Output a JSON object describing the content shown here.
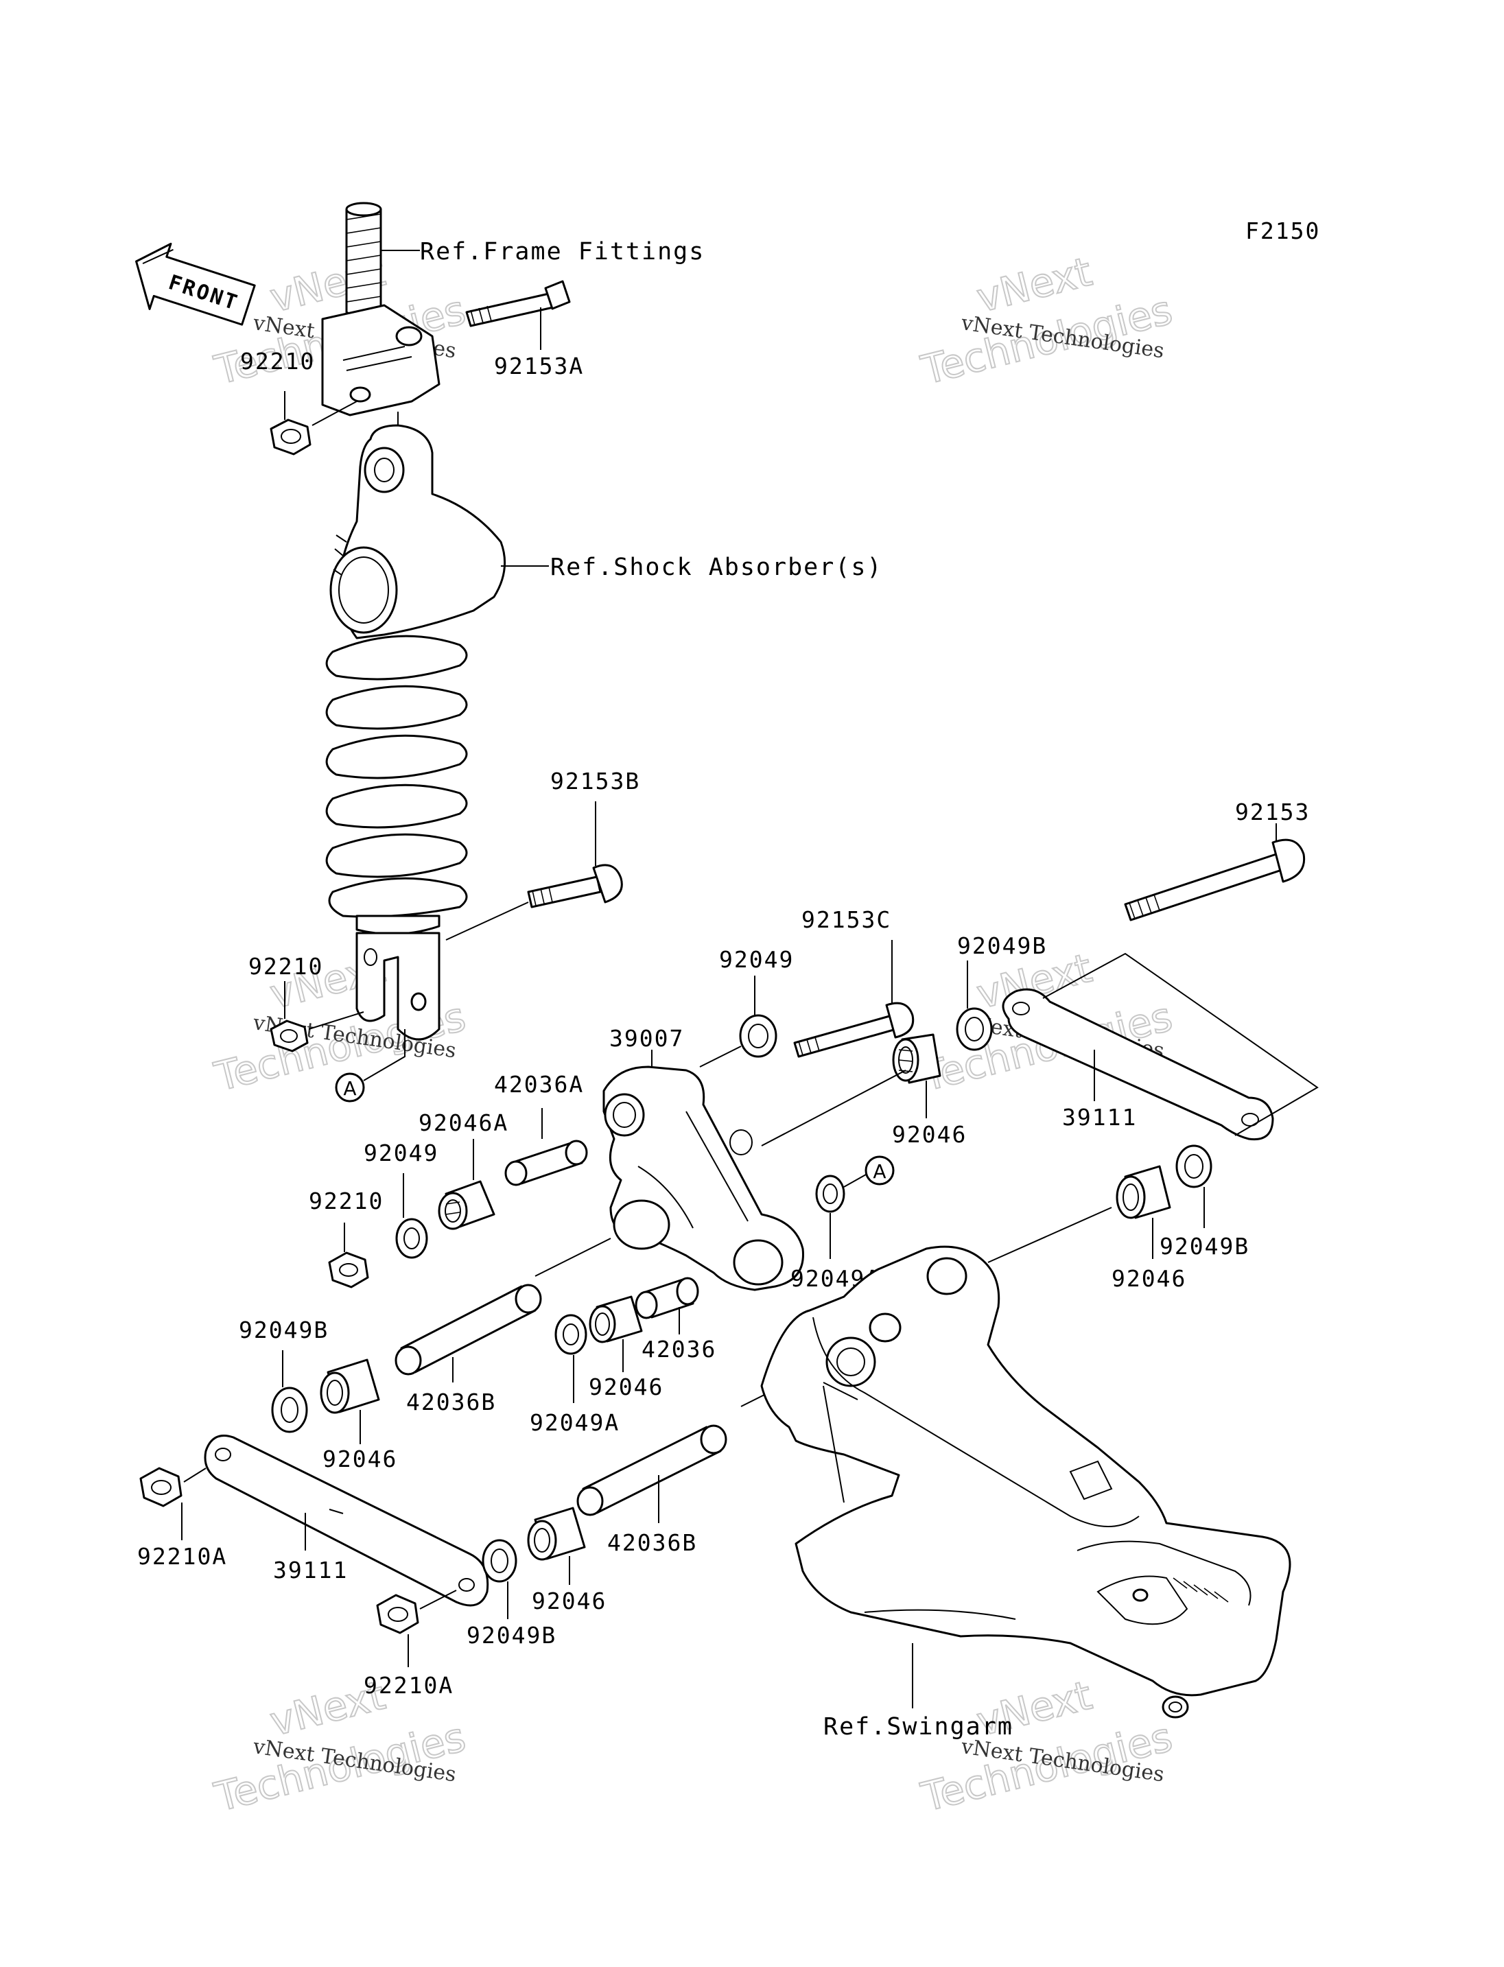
{
  "diagram": {
    "code": "F2150",
    "front_label": "FRONT",
    "references": {
      "frame_fittings": "Ref.Frame Fittings",
      "shock_absorber": "Ref.Shock Absorber(s)",
      "swingarm": "Ref.Swingarm"
    },
    "callout_marker": "A",
    "parts": {
      "p92153A": "92153A",
      "p92210_top": "92210",
      "p92153B": "92153B",
      "p92210_mid": "92210",
      "p92153": "92153",
      "p92153C": "92153C",
      "p92049_top": "92049",
      "p92049B_top": "92049B",
      "p39007": "39007",
      "p42036A": "42036A",
      "p92046A": "92046A",
      "p92049_left": "92049",
      "p92210_left": "92210",
      "p92046_mid": "92046",
      "p39111_right": "39111",
      "p92049A_mid": "92049A",
      "p92049B_right": "92049B",
      "p92046_right": "92046",
      "p92049B_left": "92049B",
      "p42036B_left": "42036B",
      "p42036": "42036",
      "p92046_center": "92046",
      "p92049A_low": "92049A",
      "p92046_left": "92046",
      "p92210A_left": "92210A",
      "p39111_left": "39111",
      "p42036B_low": "42036B",
      "p92046_low": "92046",
      "p92049B_low": "92049B",
      "p92210A_low": "92210A"
    },
    "watermark": {
      "line1": "vNext Technologies",
      "line2": "Technologies",
      "line3": "vNext"
    }
  }
}
